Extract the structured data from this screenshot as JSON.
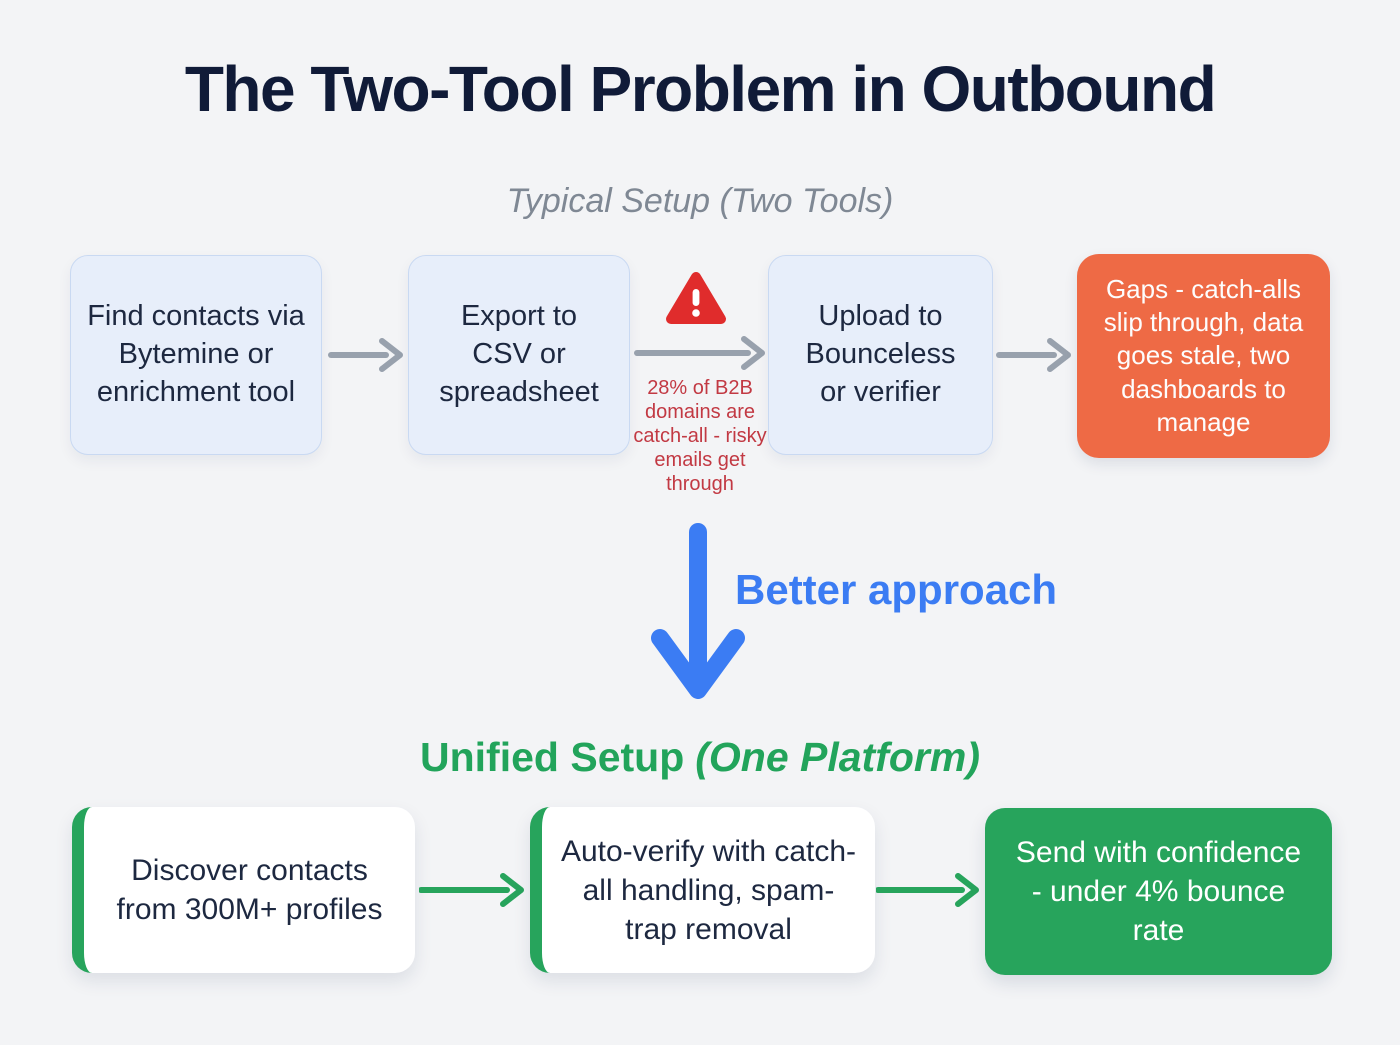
{
  "page": {
    "title": "The Two-Tool Problem in Outbound"
  },
  "typical": {
    "heading": "Typical Setup (Two Tools)",
    "steps": [
      {
        "label": "Find contacts via Bytemine or enrichment tool"
      },
      {
        "label": "Export to CSV or spreadsheet"
      },
      {
        "label": "Upload to Bounceless or verifier"
      }
    ],
    "warning_caption": "28% of B2B domains are catch-all - risky emails get through",
    "result": "Gaps - catch-alls slip through, data goes stale, two dashboards to manage"
  },
  "transition": {
    "label": "Better approach"
  },
  "unified": {
    "heading_main": "Unified Setup",
    "heading_italic": "(One Platform)",
    "steps": [
      {
        "label": "Discover contacts from 300M+ profiles"
      },
      {
        "label": "Auto-verify with catch-all handling, spam-trap removal"
      }
    ],
    "result": "Send with confidence - under 4% bounce rate"
  },
  "colors": {
    "accent_blue": "#3b7cf3",
    "accent_green": "#27a45c",
    "accent_orange": "#ee6a45",
    "warning_red": "#e02c2c",
    "caption_red": "#c23943",
    "step_box_blue": "#e7eefa",
    "title_navy": "#101b38"
  }
}
